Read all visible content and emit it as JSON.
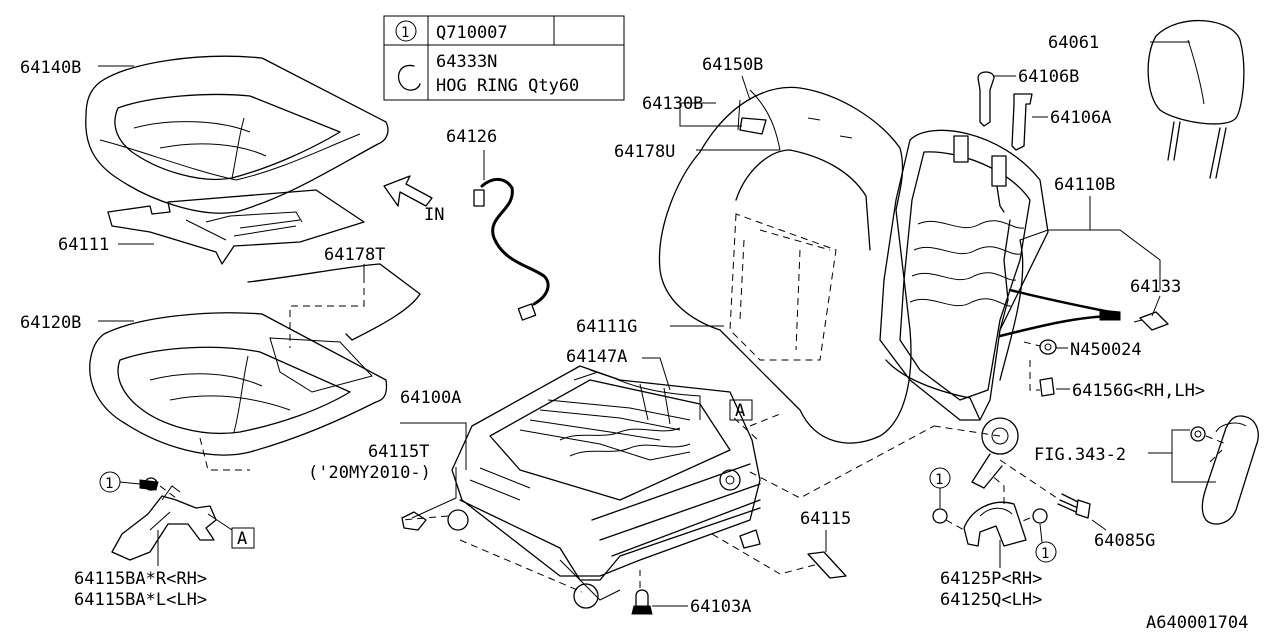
{
  "legend": {
    "row1_marker": "1",
    "row1_code": "Q710007",
    "row2_code": "64333N",
    "row2_desc": "HOG RING Qty60"
  },
  "direction": {
    "label": "IN"
  },
  "callout_a": "A",
  "callout_1": "1",
  "labels": {
    "p64140B": "64140B",
    "p64111": "64111",
    "p64120B": "64120B",
    "p64126": "64126",
    "p64178T": "64178T",
    "p64100A": "64100A",
    "p64115T": "64115T",
    "p64115T_note": "('20MY2010-)",
    "p64115BA_R": "64115BA*R<RH>",
    "p64115BA_L": "64115BA*L<LH>",
    "p64103A": "64103A",
    "p64115": "64115",
    "p64147A": "64147A",
    "p64111G": "64111G",
    "p64178U": "64178U",
    "p64130B": "64130B",
    "p64150B": "64150B",
    "p64106B": "64106B",
    "p64106A": "64106A",
    "p64061": "64061",
    "p64110B": "64110B",
    "p64133": "64133",
    "pN450024": "N450024",
    "p64156G": "64156G<RH,LH>",
    "pFIG": "FIG.343-2",
    "p64085G": "64085G",
    "p64125P": "64125P<RH>",
    "p64125Q": "64125Q<LH>",
    "drawing_no": "A640001704"
  }
}
